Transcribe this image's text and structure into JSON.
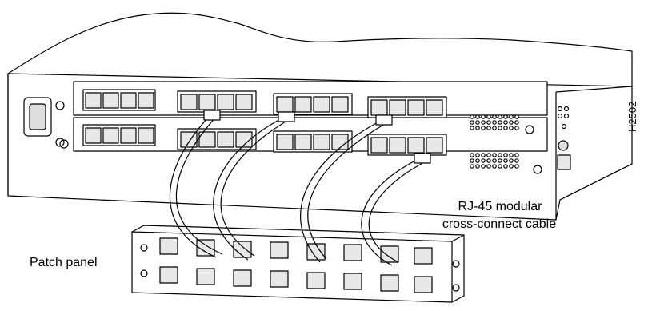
{
  "labels": {
    "patch_panel": "Patch panel",
    "cable_line1": "RJ-45 modular",
    "cable_line2": "cross-connect cable",
    "figure_id": "H2502"
  },
  "colors": {
    "line": "#000000",
    "background": "#ffffff",
    "port_fill": "#e8e8e8"
  }
}
